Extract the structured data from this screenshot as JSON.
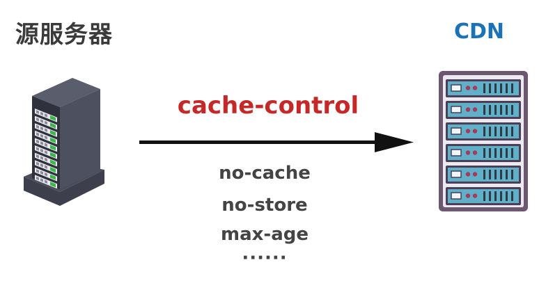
{
  "origin": {
    "label": "源服务器",
    "icon": "tower-server-icon"
  },
  "cdn": {
    "label": "CDN",
    "icon": "server-rack-icon",
    "color": "#1a73b8"
  },
  "header": {
    "name": "cache-control",
    "color": "#c62828"
  },
  "directives": [
    "no-cache",
    "no-store",
    "max-age",
    "······"
  ],
  "colors": {
    "text_dark": "#3a3a3a",
    "arrow": "#111111",
    "rack_teal": "#5fb0c8",
    "rack_frame": "#6b5870"
  }
}
